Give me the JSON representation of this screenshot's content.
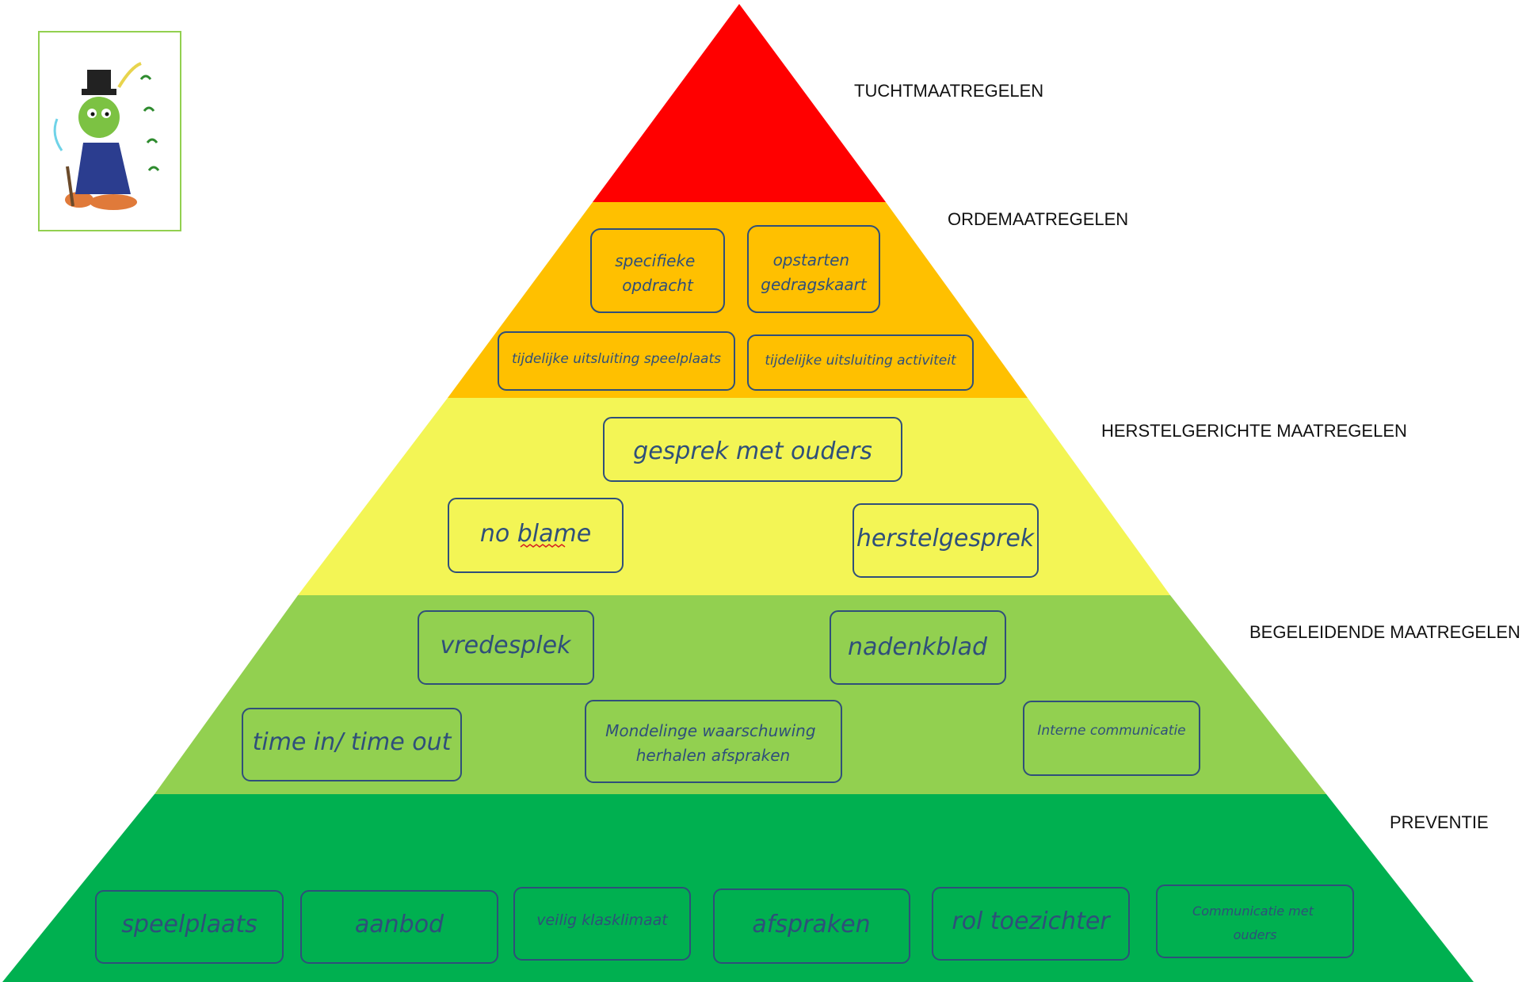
{
  "colors": {
    "tucht": "#ff0000",
    "orde": "#ffc000",
    "herstel": "#f3f555",
    "begeleidend": "#92d050",
    "preventie": "#00b050",
    "box_border": "#2f4f7a"
  },
  "logo": {
    "icon": "jiminy-cricket-illustration"
  },
  "levels": {
    "tucht": {
      "label": "TUCHTMAATREGELEN"
    },
    "orde": {
      "label": "ORDEMAATREGELEN",
      "items": [
        "specifieke opdracht",
        "opstarten gedragskaart",
        "tijdelijke uitsluiting speelplaats",
        "tijdelijke uitsluiting activiteit"
      ]
    },
    "herstel": {
      "label": "HERSTELGERICHTE MAATREGELEN",
      "items": [
        "gesprek met ouders",
        "no blame",
        "herstelgesprek"
      ]
    },
    "begeleidend": {
      "label": "BEGELEIDENDE MAATREGELEN",
      "items": [
        "vredesplek",
        "nadenkblad",
        "time in/ time out",
        "Mondelinge waarschuwing herhalen afspraken",
        "Interne communicatie"
      ]
    },
    "preventie": {
      "label": "PREVENTIE",
      "items": [
        "speelplaats",
        "aanbod",
        "veilig klasklimaat",
        "afspraken",
        "rol toezichter",
        "Communicatie met ouders"
      ]
    }
  }
}
